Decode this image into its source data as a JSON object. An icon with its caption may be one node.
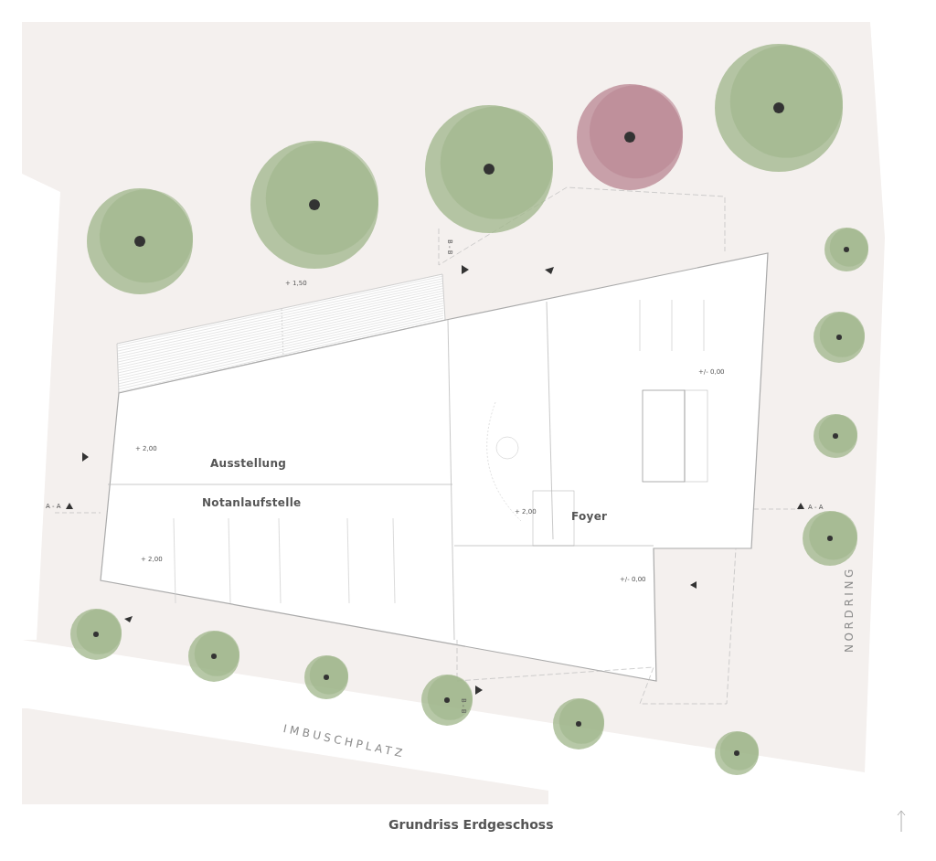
{
  "diagram": {
    "caption": "Grundriss Erdgeschoss",
    "labels": [
      "+ 1,50",
      "B - B",
      "+/- 0,00",
      "+ 2,00",
      "Ausstellung",
      "A - A",
      "Notanlaufstelle",
      "+ 2,00",
      "Foyer",
      "A - A",
      "+ 2,00",
      "+/- 0,00",
      "B - B",
      "IMBUSCHPLATZ",
      "NORDRING"
    ]
  }
}
